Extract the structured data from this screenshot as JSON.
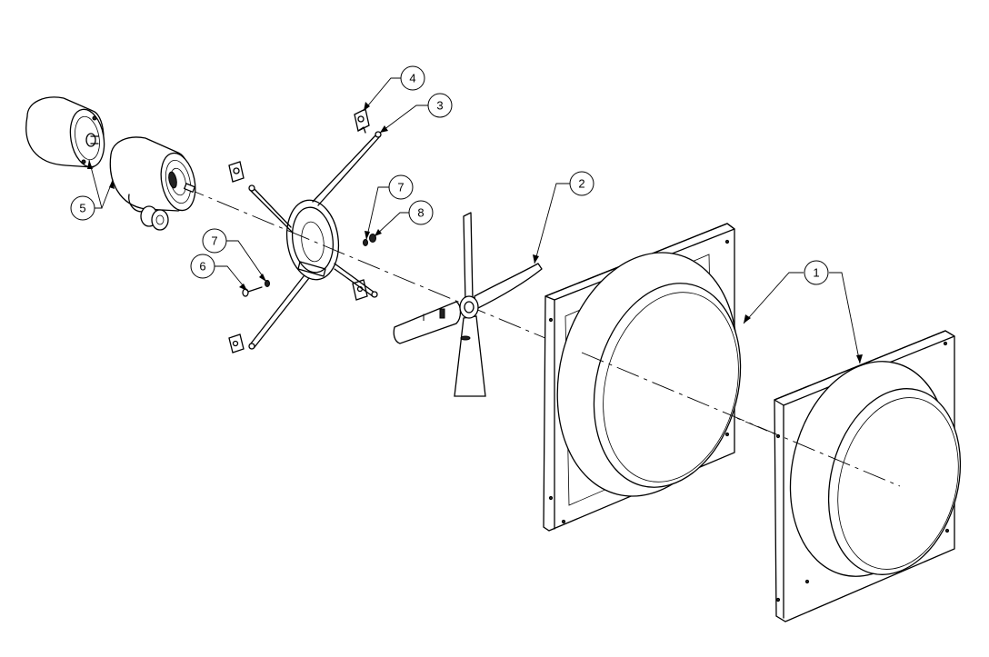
{
  "diagram": {
    "callouts": [
      {
        "id": "c1",
        "label": "1"
      },
      {
        "id": "c2",
        "label": "2"
      },
      {
        "id": "c3",
        "label": "3"
      },
      {
        "id": "c4",
        "label": "4"
      },
      {
        "id": "c5",
        "label": "5"
      },
      {
        "id": "c6",
        "label": "6"
      },
      {
        "id": "c7a",
        "label": "7"
      },
      {
        "id": "c7b",
        "label": "7"
      },
      {
        "id": "c8",
        "label": "8"
      }
    ],
    "blade_marks": [
      "I"
    ]
  }
}
